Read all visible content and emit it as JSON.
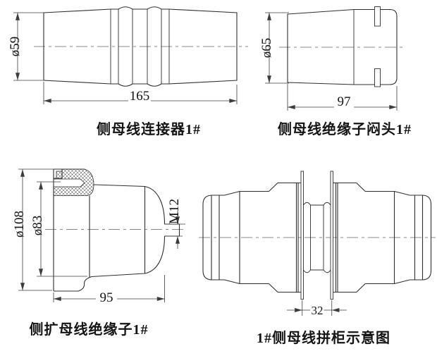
{
  "colors": {
    "outline": "#2f2f2f",
    "dimension": "#3c3c3c",
    "centerline": "#8a8a8a",
    "text": "#141414",
    "background": "#ffffff"
  },
  "drawings": {
    "connector": {
      "caption": "侧母线连接器1#",
      "dims": {
        "diameter": "ø59",
        "length": "165"
      }
    },
    "end_cap": {
      "caption": "侧母线绝缘子闷头1#",
      "dims": {
        "diameter": "ø65",
        "length": "97"
      }
    },
    "insulator": {
      "caption": "侧扩母线绝缘子1#",
      "dims": {
        "outer_diameter": "ø108",
        "inner_diameter": "ø83",
        "thread": "M12",
        "length": "95"
      }
    },
    "assembly": {
      "caption": "1#侧母线拼柜示意图",
      "dims": {
        "gap": "32"
      }
    }
  }
}
